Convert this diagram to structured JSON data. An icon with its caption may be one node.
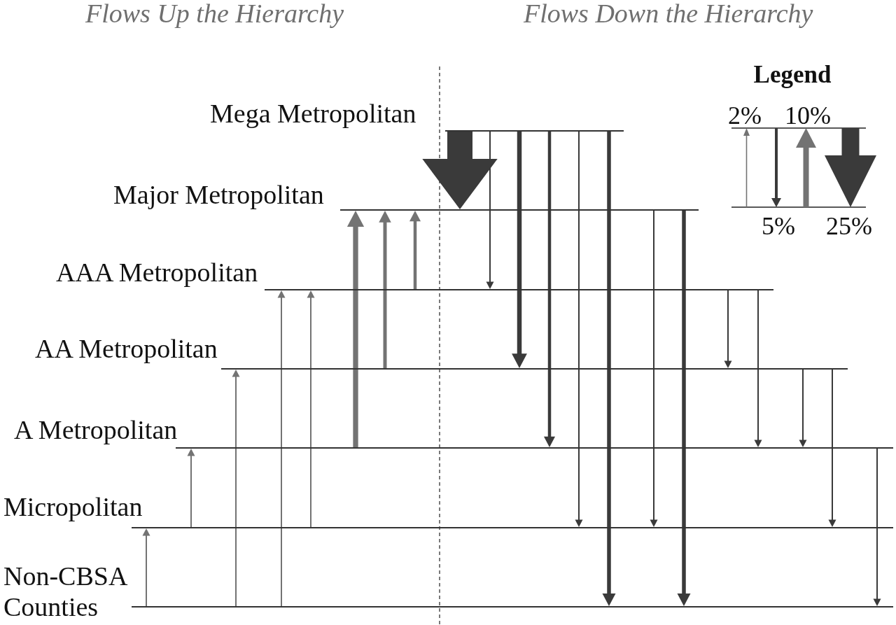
{
  "diagram": {
    "nodes": [
      {
        "text": [
          "Mega Metropolitan"
        ]
      },
      {
        "text": [
          "Major Metropolitan"
        ]
      },
      {
        "text": [
          "AAA Metropolitan"
        ]
      },
      {
        "text": [
          "AA Metropolitan"
        ]
      },
      {
        "text": [
          "A Metropolitan"
        ]
      },
      {
        "text": [
          "Micropolitan"
        ]
      },
      {
        "text": [
          "Non-CBSA Counties"
        ]
      }
    ],
    "edges": [
      {
        "from": 6,
        "to": 5,
        "arrow": "to",
        "color": "#737373"
      },
      {
        "from": 5,
        "to": 4,
        "arrow": "to",
        "color": "#737373"
      },
      {
        "from": 6,
        "to": 3,
        "arrow": "to",
        "color": "#737373"
      },
      {
        "from": 6,
        "to": 2,
        "arrow": "to",
        "color": "#737373"
      },
      {
        "from": 5,
        "to": 2,
        "arrow": "to",
        "color": "#737373"
      },
      {
        "from": 4,
        "to": 1,
        "arrow": "to",
        "style": "thick",
        "color": "#737373"
      },
      {
        "from": 3,
        "to": 1,
        "arrow": "to",
        "style": "thick",
        "color": "#737373"
      },
      {
        "from": 2,
        "to": 1,
        "arrow": "to",
        "style": "thick",
        "color": "#737373"
      },
      {
        "from": 0,
        "to": 1,
        "arrow": "to",
        "style": "thick"
      },
      {
        "from": 0,
        "to": 2,
        "arrow": "to"
      },
      {
        "from": 0,
        "to": 3,
        "arrow": "to",
        "style": "thick"
      },
      {
        "from": 0,
        "to": 4,
        "arrow": "to",
        "style": "thick"
      },
      {
        "from": 0,
        "to": 5,
        "arrow": "to"
      },
      {
        "from": 0,
        "to": 6,
        "arrow": "to",
        "style": "thick"
      },
      {
        "from": 1,
        "to": 5,
        "arrow": "to"
      },
      {
        "from": 1,
        "to": 6,
        "arrow": "to",
        "style": "thick"
      },
      {
        "from": 2,
        "to": 3,
        "arrow": "to"
      },
      {
        "from": 2,
        "to": 4,
        "arrow": "to"
      },
      {
        "from": 3,
        "to": 4,
        "arrow": "to"
      },
      {
        "from": 3,
        "to": 5,
        "arrow": "to"
      },
      {
        "from": 4,
        "to": 6,
        "arrow": "to"
      }
    ],
    "labels": [
      "Flows Up the Hierarchy",
      "Flows Down the Hierarchy",
      "Legend"
    ],
    "legend": [
      {
        "text": "2%"
      },
      {
        "text": "5%"
      },
      {
        "text": "10%"
      },
      {
        "text": "25%"
      }
    ]
  }
}
